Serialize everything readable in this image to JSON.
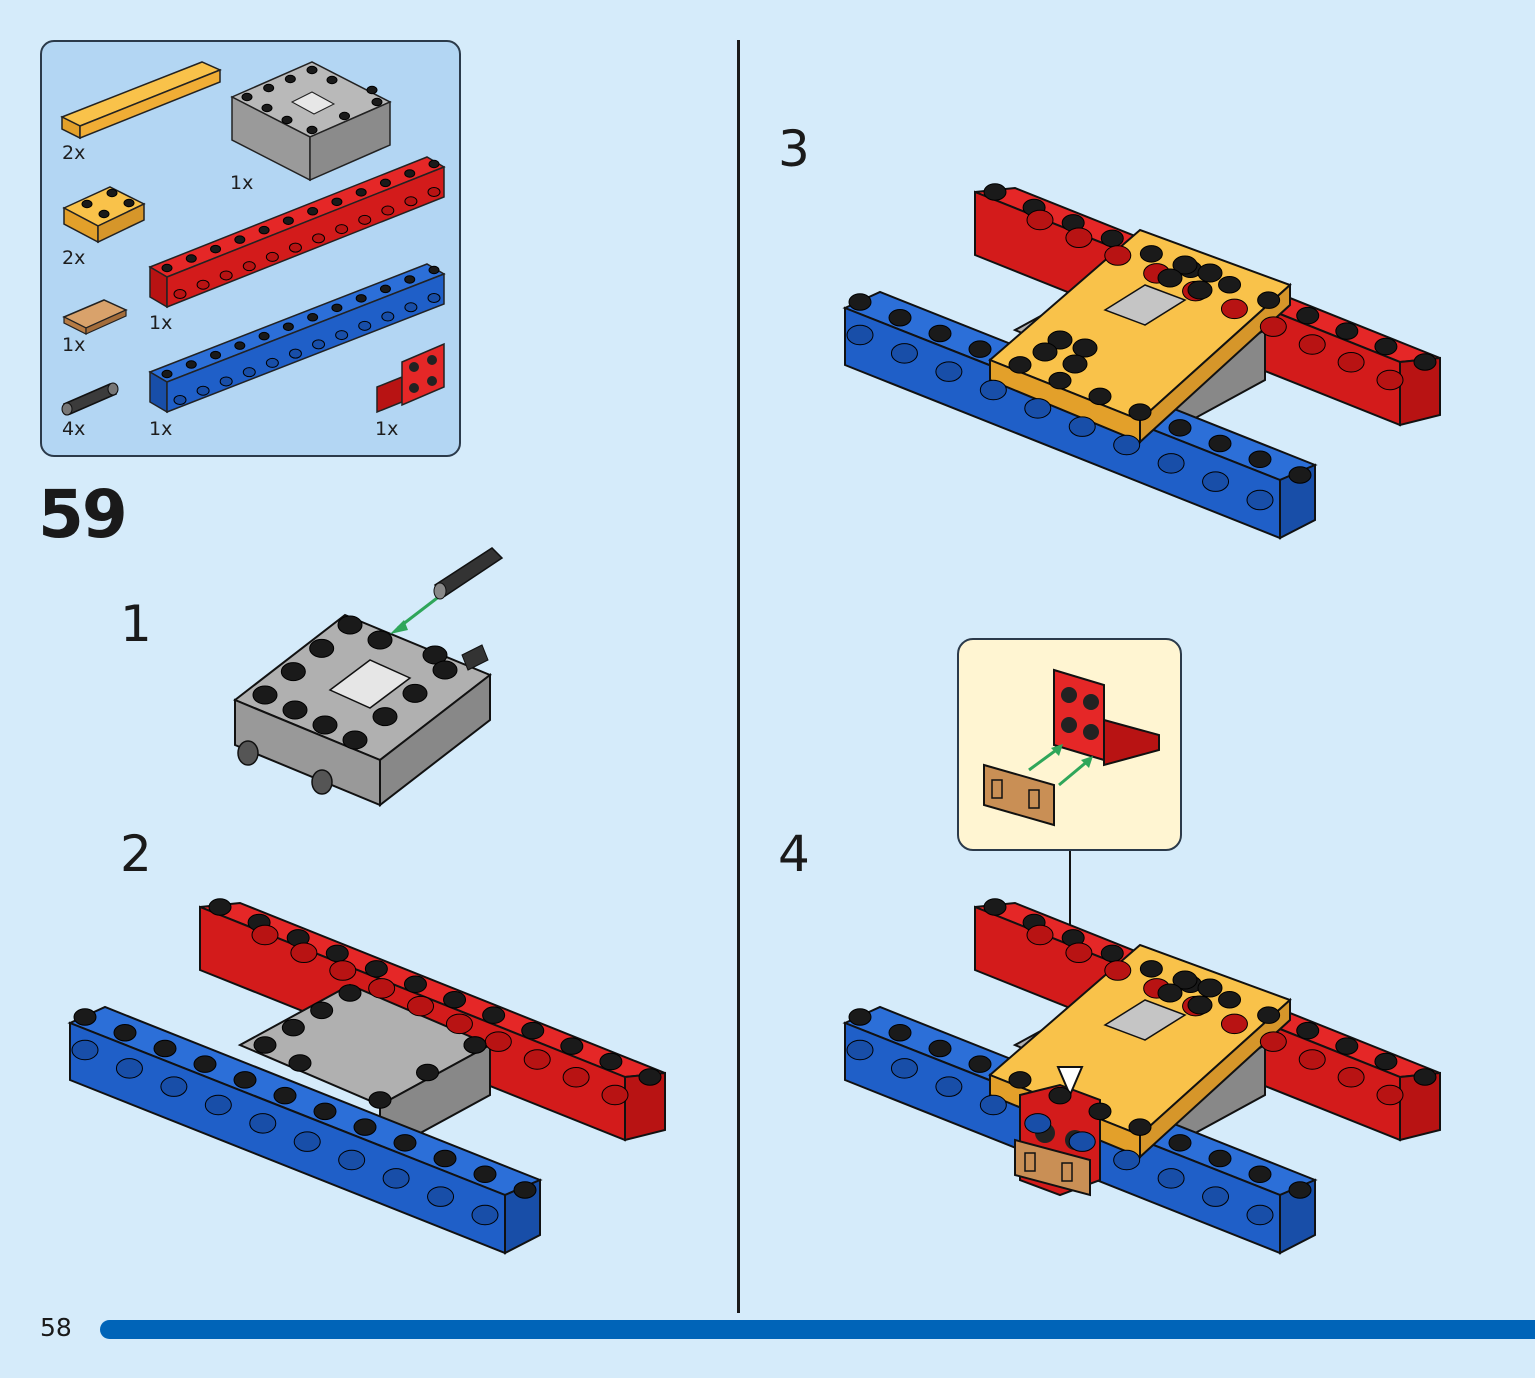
{
  "parts_list": {
    "items": [
      {
        "part": "yellow-tile-1x6",
        "qty": "2x"
      },
      {
        "part": "gray-frame-5x5",
        "qty": "1x"
      },
      {
        "part": "yellow-plate-2x2",
        "qty": "2x"
      },
      {
        "part": "red-beam-1x12",
        "qty": "1x"
      },
      {
        "part": "tan-tile-1x2",
        "qty": "1x"
      },
      {
        "part": "black-pin",
        "qty": "4x"
      },
      {
        "part": "blue-beam-1x12",
        "qty": "1x"
      },
      {
        "part": "red-bracket-2x2",
        "qty": "1x"
      }
    ]
  },
  "step": {
    "number": "59",
    "substeps": [
      {
        "label": "1"
      },
      {
        "label": "2"
      },
      {
        "label": "3"
      },
      {
        "label": "4"
      }
    ]
  },
  "footer": {
    "page_number": "58"
  },
  "colors": {
    "background": "#d5ebfa",
    "parts_box": "#b3d6f3",
    "callout": "#fff5d2",
    "red": "#d31b1b",
    "blue": "#1f5fc8",
    "yellow": "#f7b532",
    "gray": "#a7a7a7",
    "tan": "#c98f55",
    "arrow": "#2fa65a",
    "progress": "#0064b8"
  }
}
